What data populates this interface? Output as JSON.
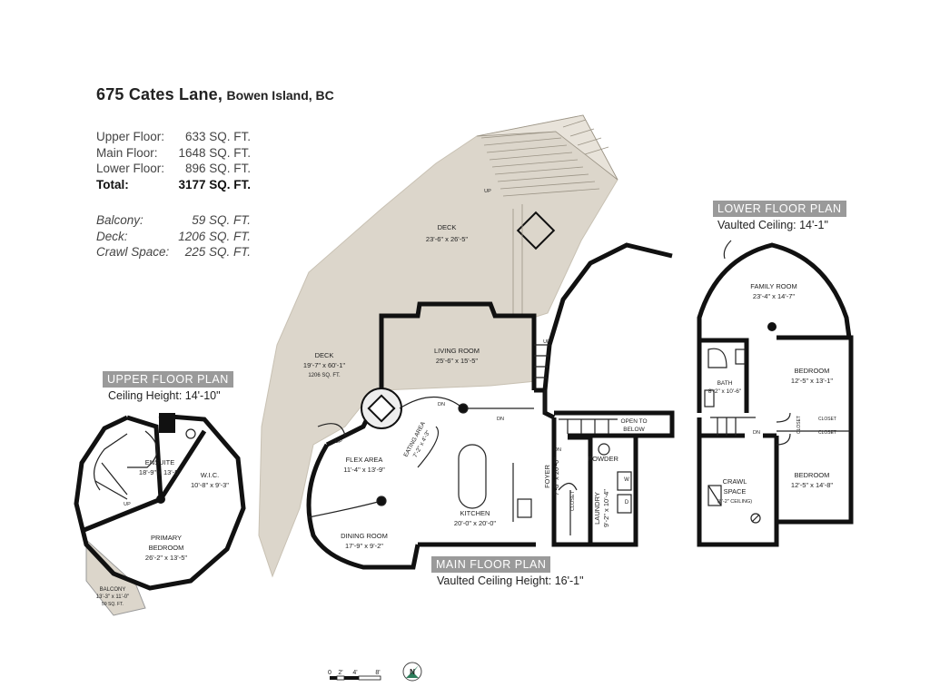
{
  "header": {
    "address": "675 Cates Lane,",
    "location": "Bowen Island, BC"
  },
  "summary": {
    "rows": [
      {
        "label": "Upper Floor:",
        "value": "633 SQ. FT.",
        "style": "normal"
      },
      {
        "label": "Main Floor:",
        "value": "1648 SQ. FT.",
        "style": "normal"
      },
      {
        "label": "Lower Floor:",
        "value": "896 SQ. FT.",
        "style": "normal"
      },
      {
        "label": "Total:",
        "value": "3177 SQ. FT.",
        "style": "total"
      }
    ],
    "extra_rows": [
      {
        "label": "Balcony:",
        "value": "59 SQ. FT."
      },
      {
        "label": "Deck:",
        "value": "1206 SQ. FT."
      },
      {
        "label": "Crawl Space:",
        "value": "225 SQ. FT."
      }
    ]
  },
  "upper_plan": {
    "tag": "UPPER FLOOR PLAN",
    "ceiling": "Ceiling Height: 14'-10\"",
    "rooms": {
      "ensuite": {
        "name": "ENSUITE",
        "dims": "18'-9\" x 13'-5\""
      },
      "wic": {
        "name": "W.I.C.",
        "dims": "10'-8\" x 9'-3\""
      },
      "bedroom": {
        "name1": "PRIMARY",
        "name2": "BEDROOM",
        "dims": "26'-2\" x 13'-5\""
      },
      "balcony": {
        "name": "BALCONY",
        "dims": "13'-3\" x 11'-0\"",
        "area": "59 SQ. FT."
      }
    },
    "stair_label": "UP"
  },
  "main_plan": {
    "tag": "MAIN FLOOR PLAN",
    "ceiling": "Vaulted Ceiling Height: 16'-1\"",
    "rooms": {
      "deck_upper": {
        "name": "DECK",
        "dims": "23'-6\" x 26'-5\""
      },
      "deck_left": {
        "name": "DECK",
        "dims": "19'-7\" x 60'-1\"",
        "area": "1206 SQ. FT."
      },
      "living": {
        "name": "LIVING ROOM",
        "dims": "25'-6\" x 15'-5\""
      },
      "eating": {
        "name": "EATING AREA",
        "dims": "7'-2\" x 4'-3\""
      },
      "flex": {
        "name": "FLEX AREA",
        "dims": "11'-4\" x 13'-9\""
      },
      "dining": {
        "name": "DINING ROOM",
        "dims": "17'-9\" x 9'-2\""
      },
      "kitchen": {
        "name": "KITCHEN",
        "dims": "20'-0\" x 20'-0\""
      },
      "foyer": {
        "name": "FOYER",
        "dims": "7'-8\" x 20'-0\""
      },
      "laundry": {
        "name": "LAUNDRY",
        "dims": "9'-2\" x 10'-4\""
      },
      "powder": {
        "name": "POWDER"
      },
      "closet": {
        "name": "CLOSET"
      },
      "open_below": {
        "line1": "OPEN TO",
        "line2": "BELOW"
      }
    },
    "labels": {
      "up": "UP",
      "dn": "DN",
      "w": "W",
      "d": "D"
    }
  },
  "lower_plan": {
    "tag": "LOWER FLOOR PLAN",
    "ceiling": "Vaulted Ceiling: 14'-1\"",
    "rooms": {
      "family": {
        "name": "FAMILY ROOM",
        "dims": "23'-4\" x 14'-7\""
      },
      "bath": {
        "name": "BATH",
        "dims": "8'-2\" x 10'-6\""
      },
      "bedroom1": {
        "name": "BEDROOM",
        "dims": "12'-5\" x 13'-1\""
      },
      "bedroom2": {
        "name": "BEDROOM",
        "dims": "12'-5\" x 14'-8\""
      },
      "crawl": {
        "name1": "CRAWL",
        "name2": "SPACE",
        "note": "(6'-2\" CEILING)"
      },
      "closet": {
        "name": "CLOSET"
      }
    },
    "labels": {
      "dn": "DN"
    }
  },
  "scale_bar": {
    "ticks": [
      "0",
      "2'",
      "4'",
      "8'"
    ]
  },
  "colors": {
    "wall": "#111111",
    "deck": "#dcd6cb",
    "tag_bg": "#9a9a9a"
  }
}
